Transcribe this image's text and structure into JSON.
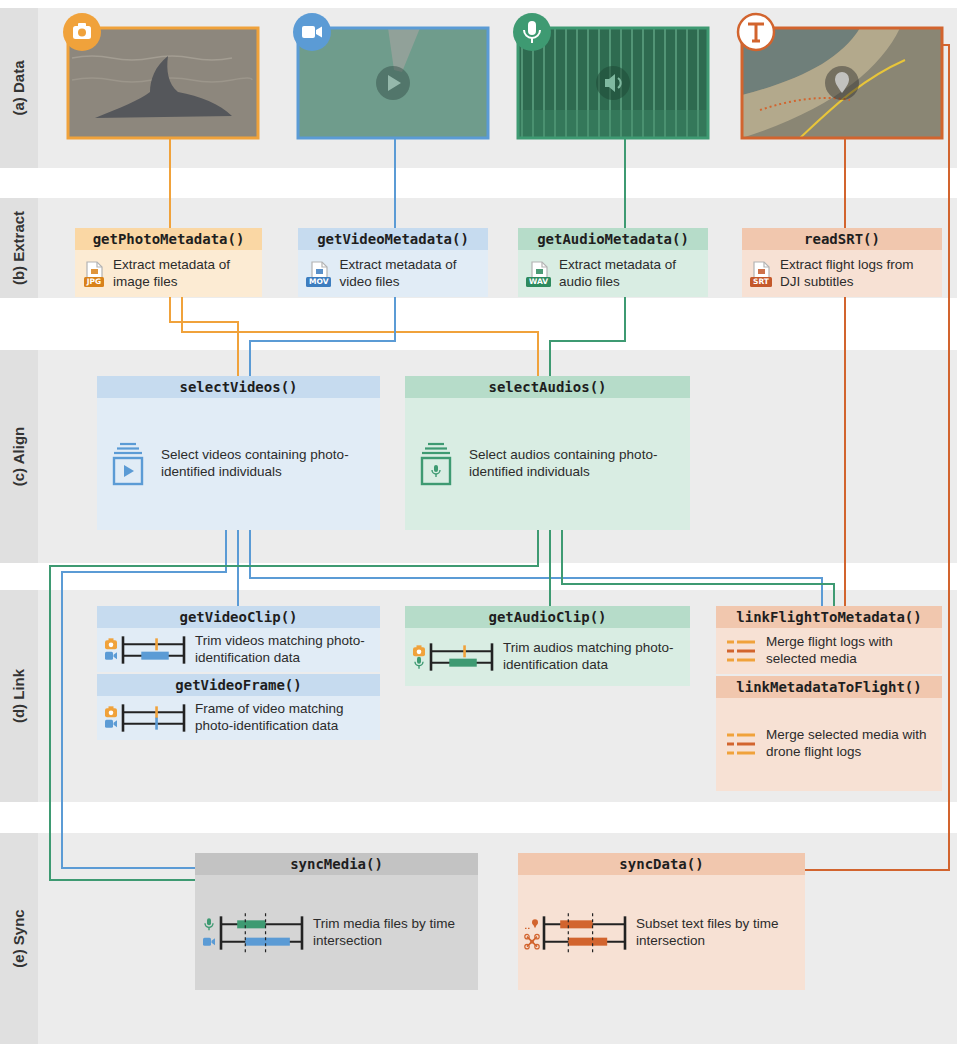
{
  "diagram": {
    "nodes": [
      {
        "text": [
          "(a) Data"
        ]
      },
      {
        "text": [
          "(b) Extract"
        ]
      },
      {
        "text": [
          "getPhotoMetadata()",
          "JPG",
          "Extract metadata of image files"
        ],
        "in": 1
      },
      {
        "text": [
          "getVideoMetadata()",
          "MOV",
          "Extract metadata of video files"
        ],
        "in": 1
      },
      {
        "text": [
          "getAudioMetadata()",
          "WAV",
          "Extract metadata of audio files"
        ],
        "in": 1
      },
      {
        "text": [
          "readSRT()",
          "SRT",
          "Extract flight logs from DJI subtitles"
        ],
        "in": 1
      },
      {
        "text": [
          "(c) Align"
        ]
      },
      {
        "text": [
          "selectVideos()",
          "Select videos containing photo-identified individuals"
        ],
        "in": 6
      },
      {
        "text": [
          "selectAudios()",
          "Select audios containing photo-identified individuals"
        ],
        "in": 6
      },
      {
        "text": [
          "(d) Link"
        ]
      },
      {
        "text": [
          "getVideoClip()",
          "Trim videos matching photo-identification data"
        ],
        "in": 9
      },
      {
        "text": [
          "getVideoFrame()",
          "Frame of video matching photo-identification data"
        ],
        "in": 9
      },
      {
        "text": [
          "getAudioClip()",
          "Trim audios matching photo-identification data"
        ],
        "in": 9
      },
      {
        "text": [
          "linkFlightToMetadata()",
          "Merge flight logs with selected media"
        ],
        "in": 9
      },
      {
        "text": [
          "linkMetadataToFlight()",
          "Merge selected media with drone flight logs"
        ],
        "in": 9
      },
      {
        "text": [
          "(e) Sync"
        ]
      },
      {
        "text": [
          "syncMedia()",
          "Trim media files by time intersection"
        ],
        "in": 15
      },
      {
        "text": [
          "syncData()",
          "Subset text files by time intersection"
        ],
        "in": 15
      }
    ],
    "edges": [
      {
        "from": 2,
        "to": 7,
        "arrow": "none"
      },
      {
        "from": 2,
        "to": 8,
        "arrow": "none"
      },
      {
        "from": 3,
        "to": 7,
        "arrow": "none"
      },
      {
        "from": 4,
        "to": 8,
        "arrow": "none"
      },
      {
        "from": 5,
        "to": 13,
        "arrow": "none"
      },
      {
        "from": 7,
        "to": 10,
        "arrow": "none"
      },
      {
        "from": 7,
        "to": 13,
        "arrow": "none"
      },
      {
        "from": 7,
        "to": 16,
        "arrow": "none"
      },
      {
        "from": 8,
        "to": 12,
        "arrow": "none"
      },
      {
        "from": 8,
        "to": 13,
        "arrow": "none"
      },
      {
        "from": 8,
        "to": 16,
        "arrow": "none"
      }
    ]
  }
}
